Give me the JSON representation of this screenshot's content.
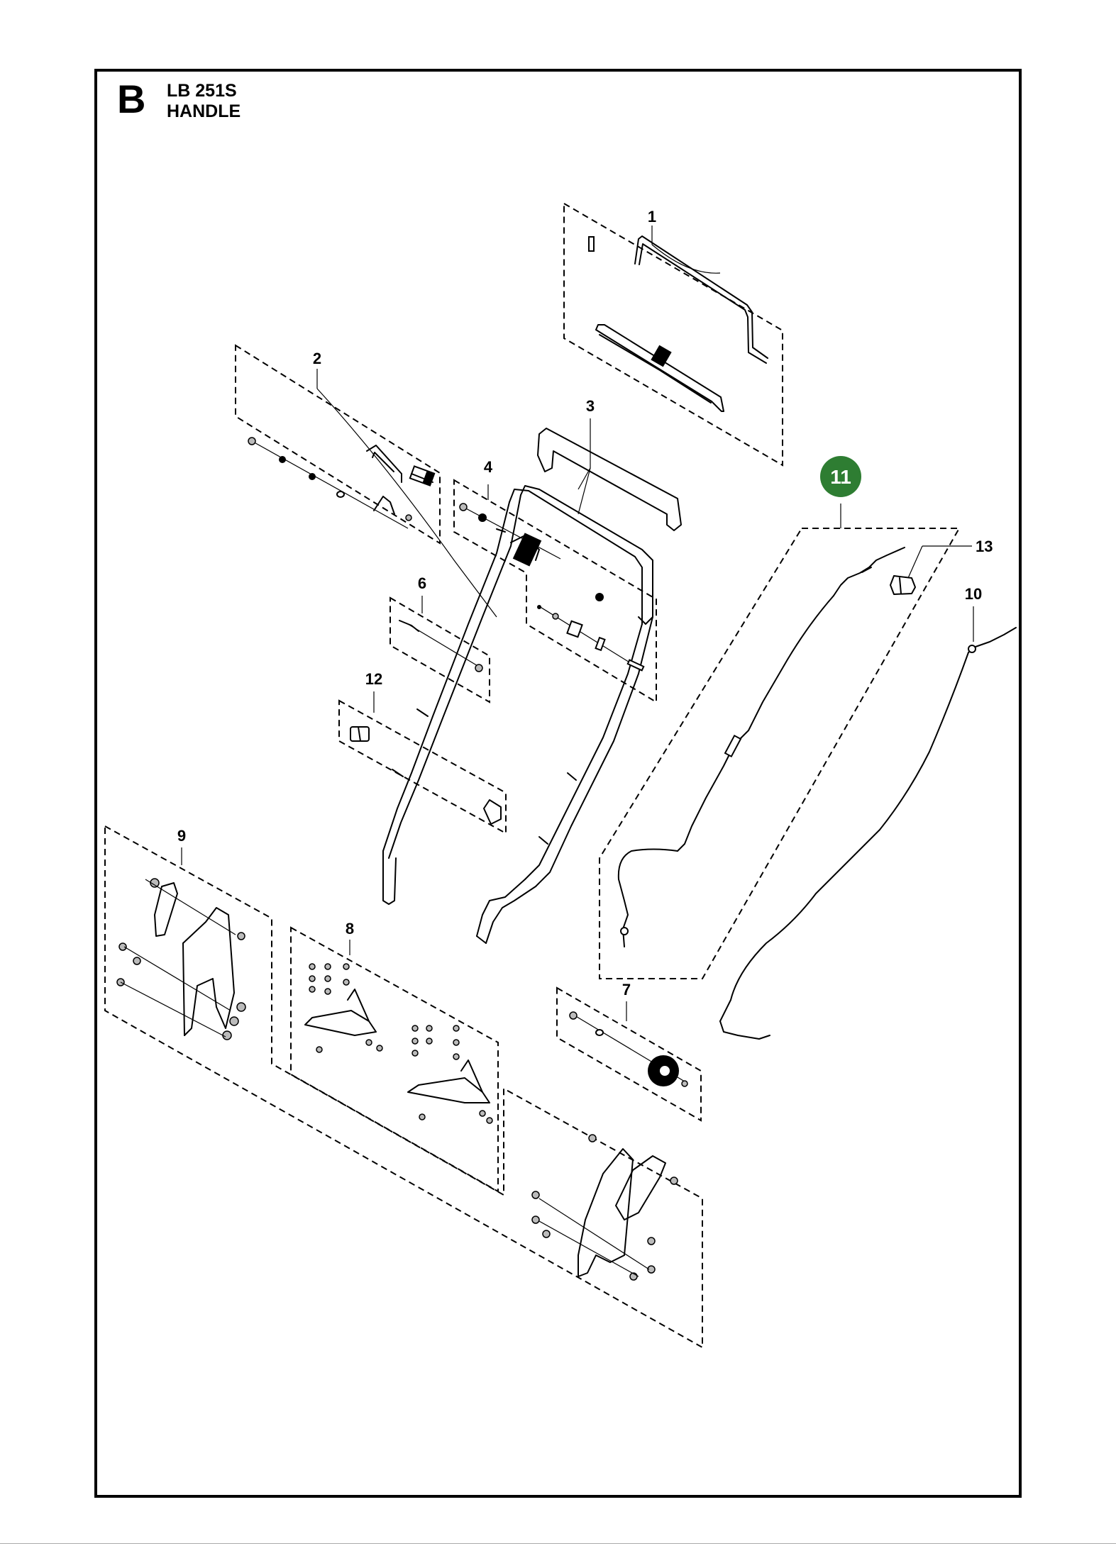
{
  "header": {
    "section_letter": "B",
    "model": "LB 251S",
    "title": "HANDLE"
  },
  "callouts": {
    "c1": "1",
    "c2": "2",
    "c3": "3",
    "c4": "4",
    "c6": "6",
    "c7": "7",
    "c8": "8",
    "c9": "9",
    "c10": "10",
    "c12": "12",
    "c13": "13"
  },
  "highlight": {
    "label": "11",
    "color": "#2e7d32"
  }
}
